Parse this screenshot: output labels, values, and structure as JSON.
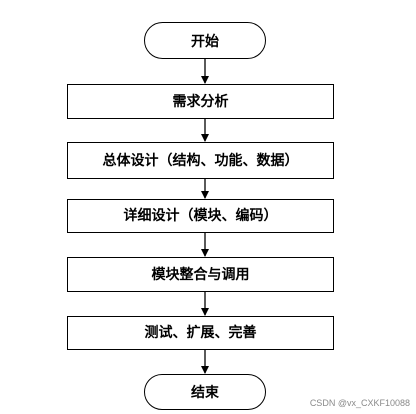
{
  "flowchart": {
    "start": "开始",
    "steps": [
      "需求分析",
      "总体设计（结构、功能、数据）",
      "详细设计（模块、编码）",
      "模块整合与调用",
      "测试、扩展、完善"
    ],
    "end": "结束"
  },
  "watermark": "CSDN @vx_CXKF10088",
  "colors": {
    "line": "#000000",
    "background": "#ffffff",
    "watermark": "#8a8a8a"
  }
}
